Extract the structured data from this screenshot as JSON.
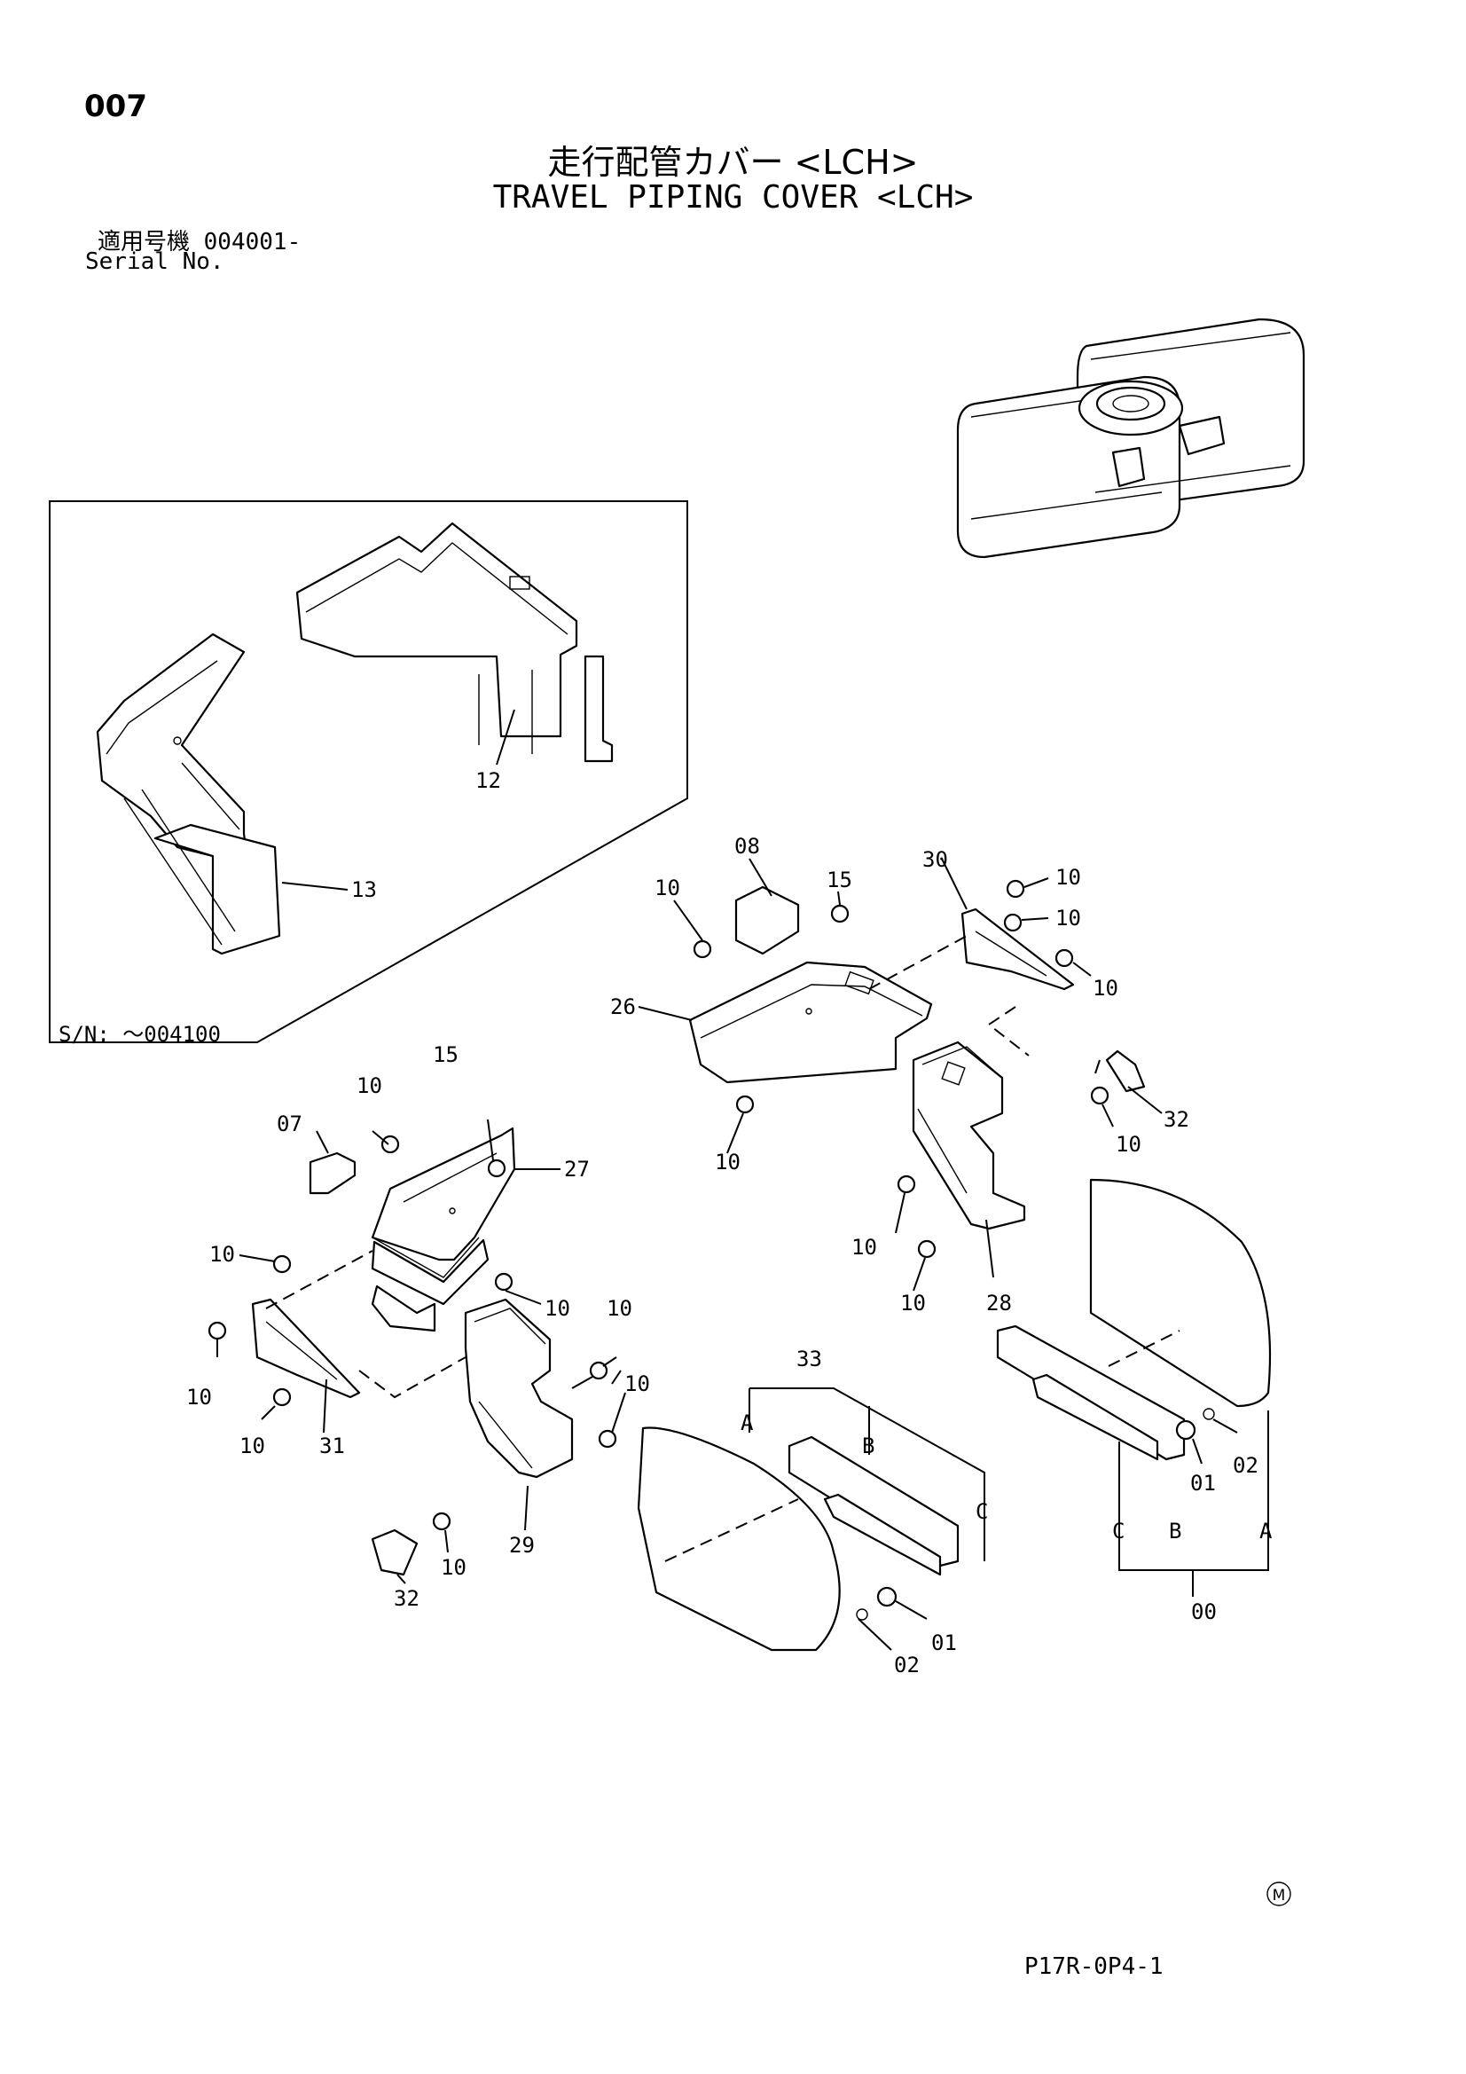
{
  "header": {
    "page_number": "007",
    "title_jp": "走行配管カバー <LCH>",
    "title_en": "TRAVEL PIPING COVER <LCH>",
    "serial_label_jp": "適用号機  004001-",
    "serial_label_en": "Serial No."
  },
  "inset": {
    "serial_range": "S/N: ～004100"
  },
  "callouts": {
    "c12": "12",
    "c13": "13",
    "c08": "08",
    "c15a": "15",
    "c30": "30",
    "c10a": "10",
    "c10b": "10",
    "c10c": "10",
    "c10d": "10",
    "c26": "26",
    "c10e": "10",
    "c32a": "32",
    "c10f": "10",
    "c15b": "15",
    "c10g": "10",
    "c07": "07",
    "c27": "27",
    "c10h": "10",
    "c10i": "10",
    "c10j": "10",
    "c10k": "10",
    "c10l": "10",
    "c10m": "10",
    "c31": "31",
    "c28": "28",
    "c10n": "10",
    "c10o": "10",
    "c33": "33",
    "cA1": "A",
    "cB1": "B",
    "cC1": "C",
    "c01a": "01",
    "c02a": "02",
    "c01b": "01",
    "c02b": "02",
    "cC2": "C",
    "cB2": "B",
    "cA2": "A",
    "c00": "00",
    "c29": "29",
    "c32b": "32",
    "c10p": "10"
  },
  "footer": {
    "mark": "M",
    "doc_code": "P17R-0P4-1"
  }
}
